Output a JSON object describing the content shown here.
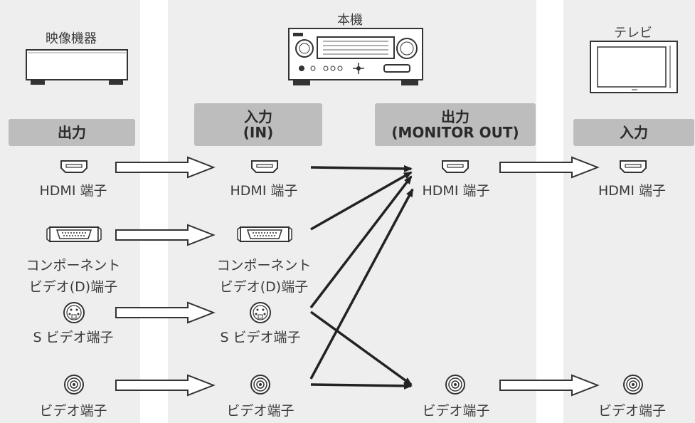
{
  "columns": {
    "source": {
      "title": "映像機器",
      "header": "出力"
    },
    "unit_in": {
      "title": "本機",
      "header": "入力\n(IN)"
    },
    "unit_out": {
      "header": "出力\n(MONITOR OUT)"
    },
    "tv": {
      "title": "テレビ",
      "header": "入力"
    }
  },
  "terminals": {
    "hdmi": "HDMI 端子",
    "component": "コンポーネント\nビデオ(D)端子",
    "svideo": "S ビデオ端子",
    "video": "ビデオ端子"
  },
  "colors": {
    "panel": "#eeeeee",
    "header": "#bdbdbd",
    "line": "#222222"
  }
}
